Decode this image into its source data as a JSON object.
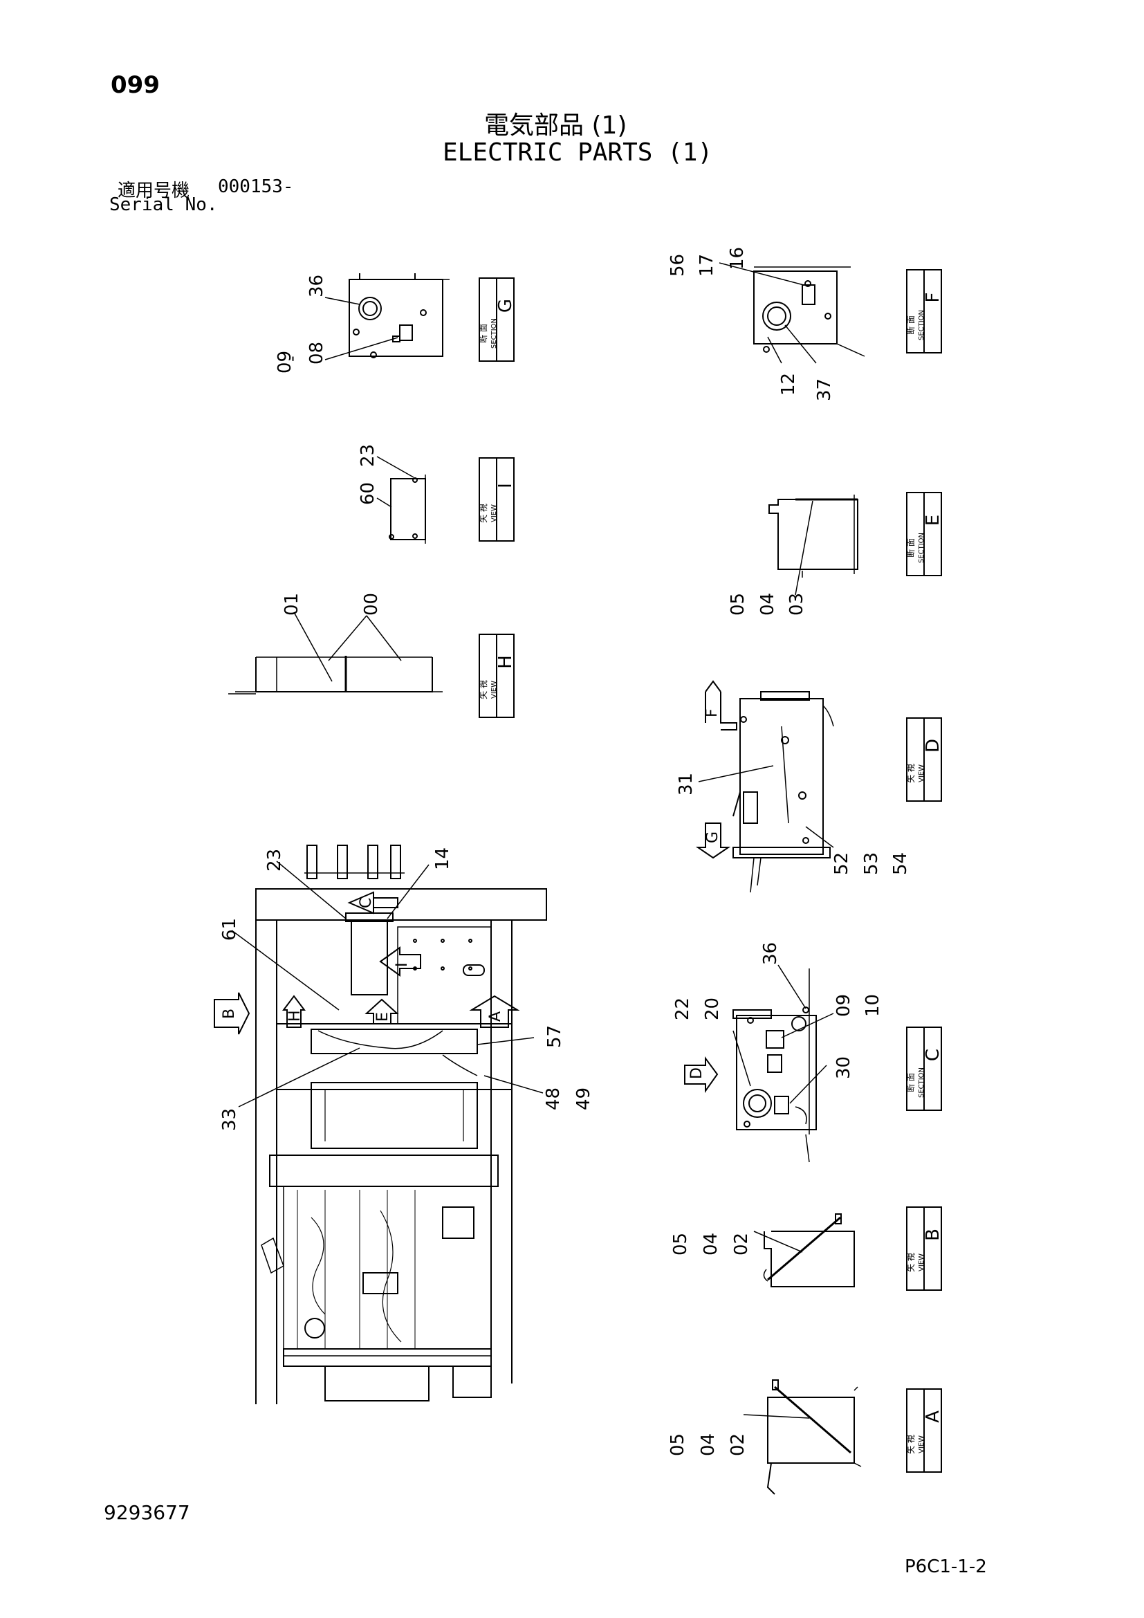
{
  "page_number": "099",
  "title_jp": "電気部品 (1)",
  "title_en": "ELECTRIC PARTS (1)",
  "serial_label_jp": "適用号機",
  "serial_value": "000153-",
  "serial_label_en": "Serial No.",
  "doc_number": "9293677",
  "sheet_code": "P6C1-1-2",
  "view_tags": [
    {
      "jp": "断 面",
      "en": "SECTION",
      "letter": "G"
    },
    {
      "jp": "矢 視",
      "en": "VIEW",
      "letter": "I"
    },
    {
      "jp": "矢 視",
      "en": "VIEW",
      "letter": "H"
    },
    {
      "jp": "断 面",
      "en": "SECTION",
      "letter": "F"
    },
    {
      "jp": "断 面",
      "en": "SECTION",
      "letter": "E"
    },
    {
      "jp": "矢 視",
      "en": "VIEW",
      "letter": "D"
    },
    {
      "jp": "断 面",
      "en": "SECTION",
      "letter": "C"
    },
    {
      "jp": "矢 視",
      "en": "VIEW",
      "letter": "B"
    },
    {
      "jp": "矢 視",
      "en": "VIEW",
      "letter": "A"
    }
  ],
  "callouts": {
    "g": [
      "36",
      "08",
      "09"
    ],
    "i": [
      "23",
      "60"
    ],
    "h": [
      "01",
      "00"
    ],
    "f": [
      "16",
      "17",
      "56",
      "12",
      "37"
    ],
    "e": [
      "03",
      "04",
      "05"
    ],
    "d": [
      "31",
      "52",
      "53",
      "54"
    ],
    "main": [
      "23",
      "14",
      "61",
      "57",
      "48",
      "49",
      "33"
    ],
    "c": [
      "36",
      "22",
      "20",
      "09",
      "10",
      "30"
    ],
    "b": [
      "02",
      "04",
      "05"
    ],
    "a": [
      "02",
      "04",
      "05"
    ]
  },
  "arrow_letters": {
    "main": [
      "C",
      "I",
      "H",
      "E",
      "A",
      "B"
    ],
    "d": [
      "F",
      "G"
    ],
    "c": [
      "D"
    ]
  }
}
